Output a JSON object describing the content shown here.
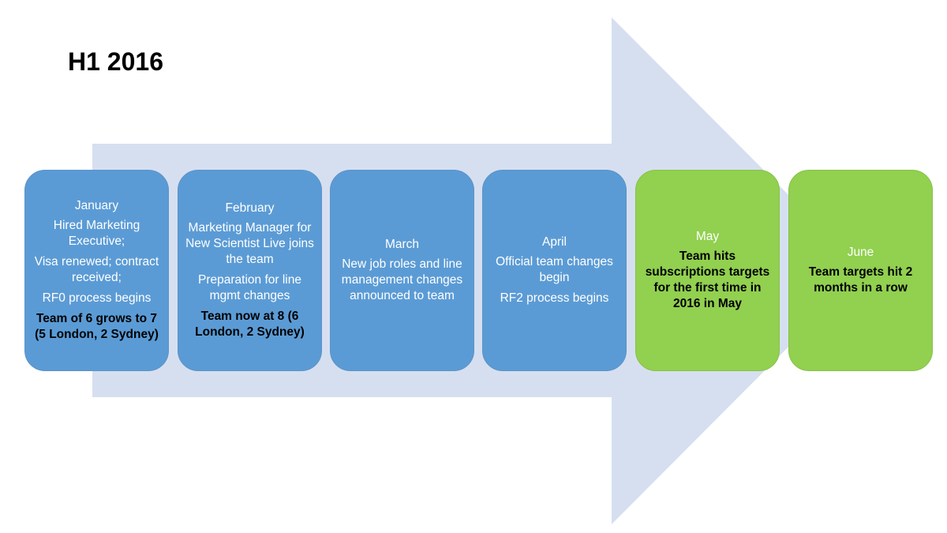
{
  "slide": {
    "title": "H1 2016",
    "arrow_color": "#d6dff0"
  },
  "cards": [
    {
      "color": "blue",
      "month": "January",
      "lines": [
        {
          "text": "Hired Marketing Executive;",
          "bold": false
        },
        {
          "text": "Visa renewed; contract received;",
          "bold": false
        },
        {
          "text": "RF0 process begins",
          "bold": false
        },
        {
          "text": "Team of 6 grows to 7 (5 London, 2 Sydney)",
          "bold": true
        }
      ]
    },
    {
      "color": "blue",
      "month": "February",
      "lines": [
        {
          "text": "Marketing Manager for New Scientist Live joins the team",
          "bold": false
        },
        {
          "text": "Preparation for line mgmt changes",
          "bold": false
        },
        {
          "text": "Team now at 8 (6 London, 2 Sydney)",
          "bold": true
        }
      ]
    },
    {
      "color": "blue",
      "month": "March",
      "lines": [
        {
          "text": "New job roles and line management changes announced to team",
          "bold": false
        }
      ]
    },
    {
      "color": "blue",
      "month": "April",
      "lines": [
        {
          "text": "Official team changes begin",
          "bold": false
        },
        {
          "text": "RF2 process begins",
          "bold": false
        }
      ]
    },
    {
      "color": "green",
      "month": "May",
      "lines": [
        {
          "text": "Team hits subscriptions targets for the first time in 2016 in May",
          "bold": true
        }
      ]
    },
    {
      "color": "green",
      "month": "June",
      "lines": [
        {
          "text": "Team targets hit 2 months in a row",
          "bold": true
        }
      ]
    }
  ]
}
